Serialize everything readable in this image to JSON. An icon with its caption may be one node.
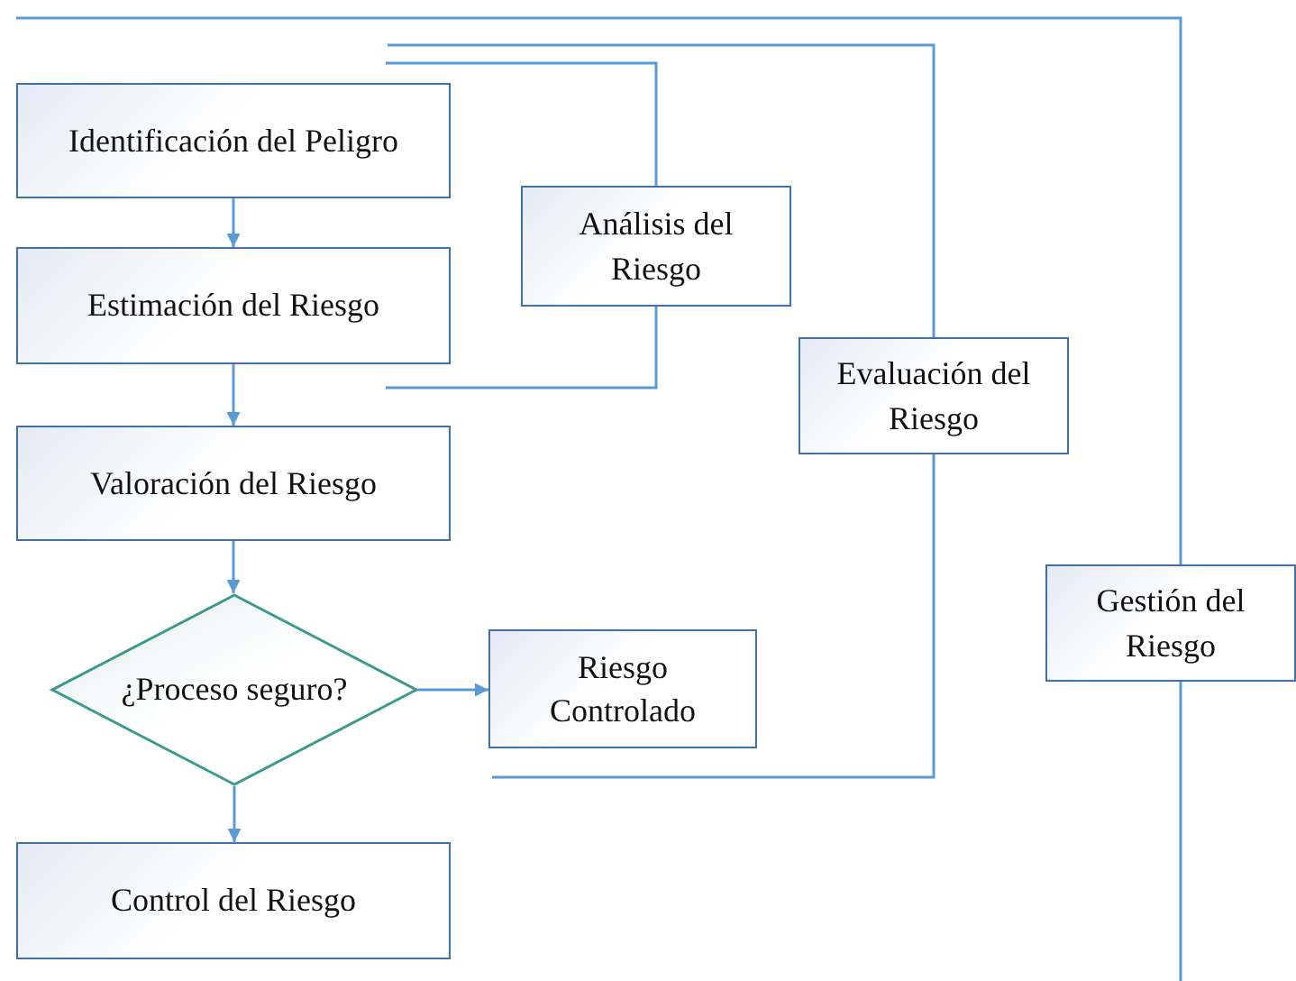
{
  "diagram": {
    "nodes": [
      {
        "text": [
          "Identificación del Peligro"
        ]
      },
      {
        "text": [
          "Estimación del Riesgo"
        ]
      },
      {
        "text": [
          "Valoración del Riesgo"
        ]
      },
      {
        "text": [
          "¿Proceso seguro?"
        ]
      },
      {
        "text": [
          "Riesgo Controlado"
        ]
      },
      {
        "text": [
          "Control del Riesgo"
        ]
      },
      {
        "text": [
          "Análisis del Riesgo"
        ]
      },
      {
        "text": [
          "Evaluación del Riesgo"
        ]
      },
      {
        "text": [
          "Gestión del Riesgo"
        ]
      }
    ],
    "edges": [
      {
        "from": 0,
        "to": 1,
        "arrow": "to"
      },
      {
        "from": 1,
        "to": 2,
        "arrow": "to"
      },
      {
        "from": 2,
        "to": 3,
        "arrow": "to"
      },
      {
        "from": 3,
        "to": 4,
        "arrow": "to"
      },
      {
        "from": 3,
        "to": 5,
        "arrow": "to"
      }
    ]
  }
}
